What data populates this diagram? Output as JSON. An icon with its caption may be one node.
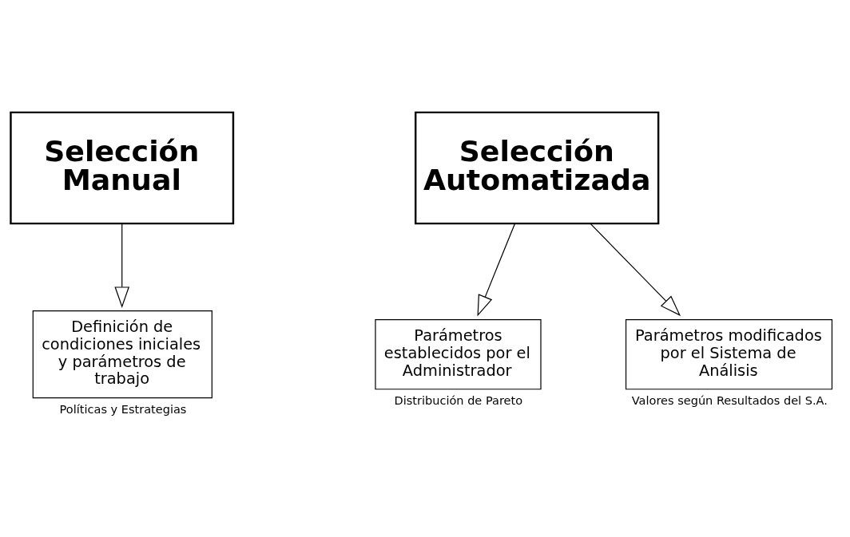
{
  "diagram": {
    "nodes": [
      {
        "text": [
          "Selección Manual"
        ]
      },
      {
        "text": [
          "Selección Automatizada"
        ]
      },
      {
        "text": [
          "Definición de condiciones iniciales y parámetros de trabajo"
        ],
        "beside": [
          "Políticas y Estrategias"
        ]
      },
      {
        "text": [
          "Parámetros establecidos por el Administrador"
        ],
        "beside": [
          "Distribución de Pareto"
        ]
      },
      {
        "text": [
          "Parámetros modificados por el Sistema de Análisis"
        ],
        "beside": [
          "Valores según Resultados del S.A."
        ]
      }
    ],
    "edges": [
      {
        "from": 0,
        "to": 2,
        "arrow": "to"
      },
      {
        "from": 1,
        "to": 3,
        "arrow": "to"
      },
      {
        "from": 1,
        "to": 4,
        "arrow": "to"
      }
    ]
  }
}
